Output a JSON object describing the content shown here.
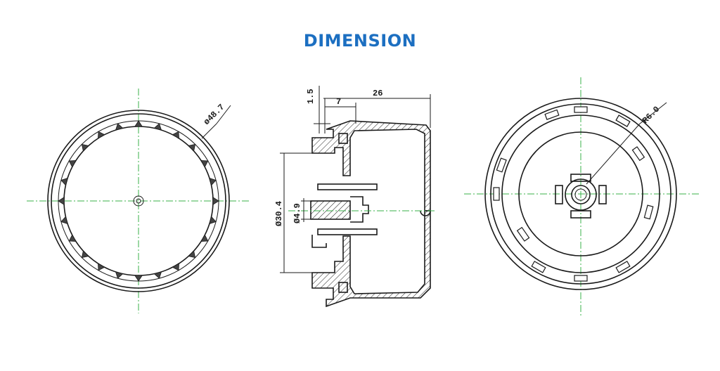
{
  "title": "DIMENSION",
  "colors": {
    "title": "#1c6fc1",
    "centerline": "#38b24a",
    "line": "#1a1a1a"
  },
  "dimensions": {
    "outer_diameter": "ø48.7",
    "total_depth": "26",
    "flange_depth": "7",
    "flange_thickness": "1.5",
    "base_diameter": "Ø30.4",
    "pin_diameter": "Ø4.9",
    "radius": "R6.0"
  }
}
